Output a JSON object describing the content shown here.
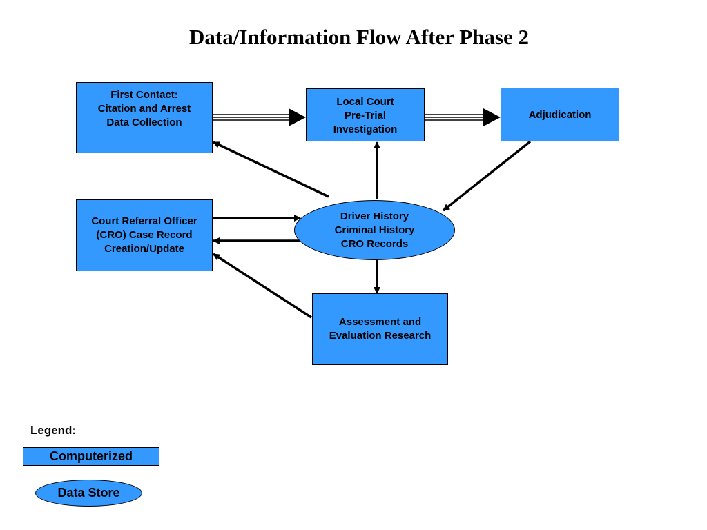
{
  "title": "Data/Information Flow After Phase 2",
  "colors": {
    "box_fill": "#3399ff",
    "arrow": "#000000"
  },
  "nodes": {
    "first_contact": "First Contact:\nCitation and Arrest\nData Collection",
    "local_court": "Local Court\nPre-Trial\nInvestigation",
    "adjudication": "Adjudication",
    "cro": "Court Referral Officer\n(CRO) Case Record\nCreation/Update",
    "data_store": "Driver History\nCriminal History\nCRO Records",
    "assessment": "Assessment and\nEvaluation Research"
  },
  "legend": {
    "label": "Legend:",
    "computerized": "Computerized",
    "data_store": "Data Store"
  }
}
